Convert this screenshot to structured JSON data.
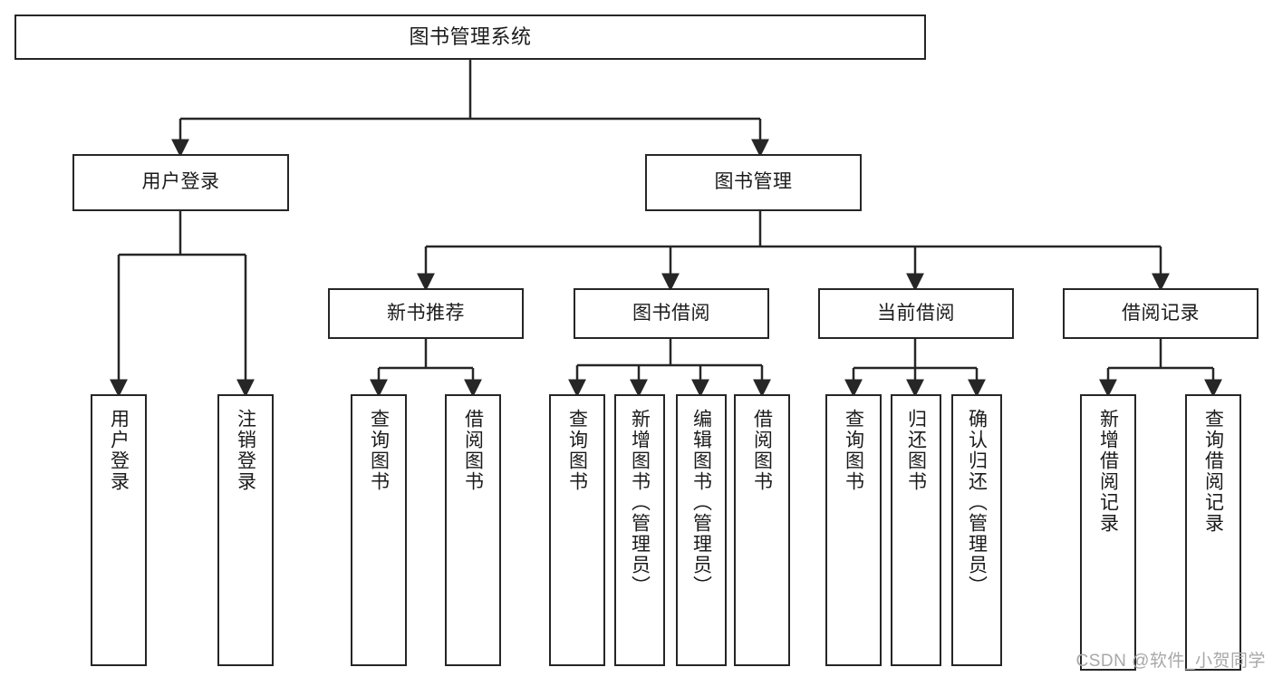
{
  "diagram": {
    "type": "tree-hierarchy",
    "title": "图书管理系统",
    "root": {
      "label": "图书管理系统"
    },
    "level2": [
      {
        "label": "用户登录"
      },
      {
        "label": "图书管理"
      }
    ],
    "level3": [
      {
        "label": "新书推荐"
      },
      {
        "label": "图书借阅"
      },
      {
        "label": "当前借阅"
      },
      {
        "label": "借阅记录"
      }
    ],
    "leaves": {
      "user_login": [
        {
          "label": "用户登录"
        },
        {
          "label": "注销登录"
        }
      ],
      "new_book_recommend": [
        {
          "label": "查询图书"
        },
        {
          "label": "借阅图书"
        }
      ],
      "book_borrow": [
        {
          "label": "查询图书"
        },
        {
          "label": "新增图书（管理员）"
        },
        {
          "label": "编辑图书（管理员）"
        },
        {
          "label": "借阅图书"
        }
      ],
      "current_borrow": [
        {
          "label": "查询图书"
        },
        {
          "label": "归还图书"
        },
        {
          "label": "确认归还（管理员）"
        }
      ],
      "borrow_record": [
        {
          "label": "新增借阅记录"
        },
        {
          "label": "查询借阅记录"
        }
      ]
    }
  },
  "watermark": {
    "text": "CSDN @软件_小贺同学"
  },
  "colors": {
    "stroke": "#262626",
    "background": "#ffffff",
    "text": "#1b1b1b",
    "watermark": "#a8a8a8"
  }
}
